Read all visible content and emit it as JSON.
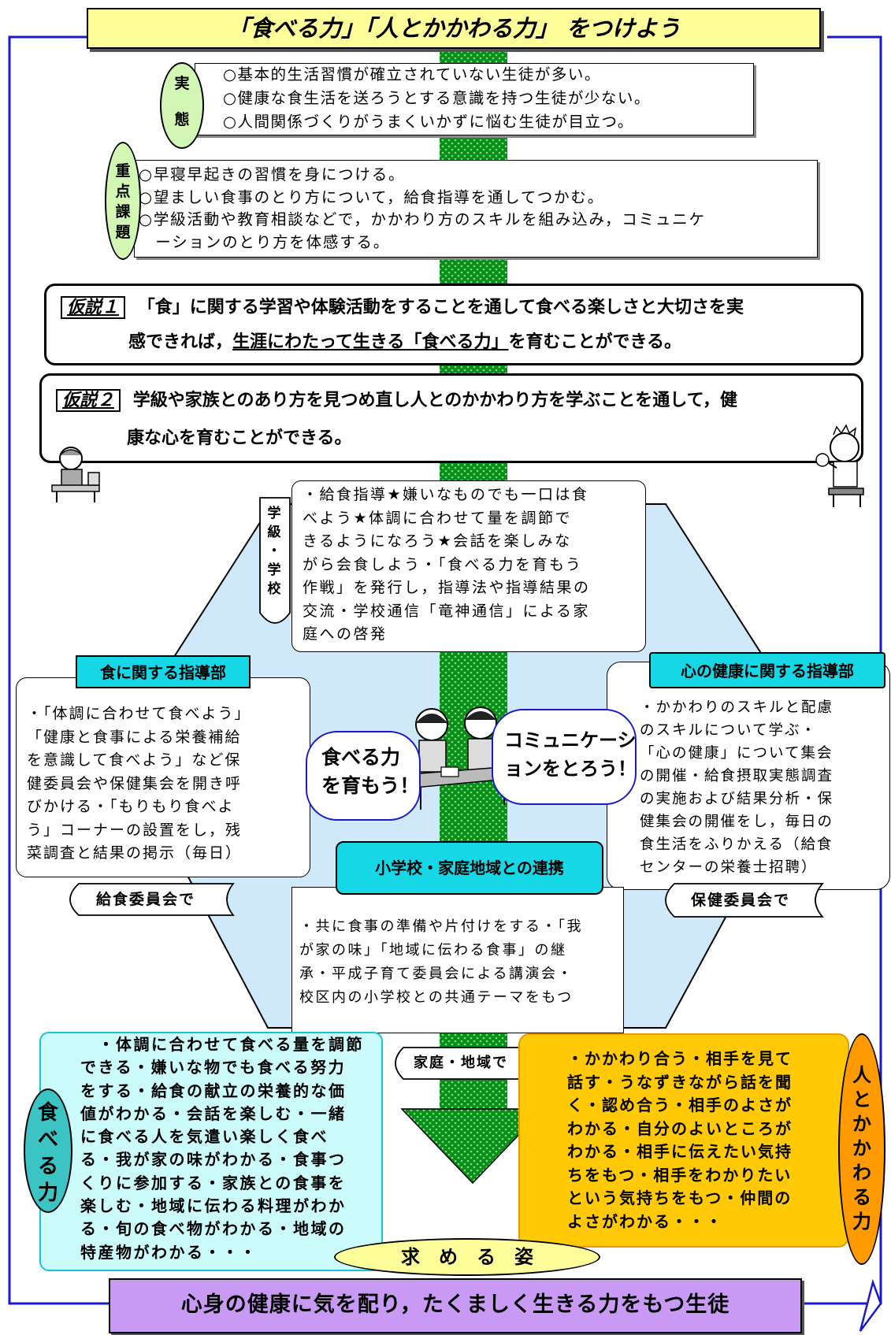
{
  "banner": {
    "title": "「食べる力」「人とかかわる力」 をつけよう"
  },
  "jittai": {
    "label": [
      "実",
      "態"
    ],
    "items": [
      "○基本的生活習慣が確立されていない生徒が多い。",
      "○健康な食生活を送ろうとする意識を持つ生徒が少ない。",
      "○人間関係づくりがうまくいかずに悩む生徒が目立つ。"
    ]
  },
  "juten": {
    "label": [
      "重",
      "点",
      "課",
      "題"
    ],
    "items": [
      "○早寝早起きの習慣を身につける。",
      "○望ましい食事のとり方について，給食指導を通してつかむ。",
      "○学級活動や教育相談などで，かかわり方のスキルを組み込み，コミュニケ",
      "　ーションのとり方を体感する。"
    ]
  },
  "hypothesis1": {
    "tag": "仮説１",
    "line1": "「食」に関する学習や体験活動をすることを通して食べる楽しさと大切さを実",
    "line2_pre": "感できれば，",
    "line2_underline": "生涯にわたって生きる「食べる力」",
    "line2_post": "を育むことができる。"
  },
  "hypothesis2": {
    "tag": "仮説２",
    "line1": "学級や家族とのあり方を見つめ直し人とのかかわり方を学ぶことを通して，健",
    "line2": "康な心を育むことができる。"
  },
  "class_school": {
    "label": [
      "学",
      "級",
      "・",
      "学",
      "校"
    ],
    "lines": [
      "・給食指導★嫌いなものでも一口は食",
      "べよう★体調に合わせて量を調節で",
      "きるようになろう★会話を楽しみな",
      "がら会食しよう・「食べる力を育もう",
      "作戦」を発行し，指導法や指導結果の",
      "交流・学校通信「竜神通信」による家",
      "庭への啓発"
    ]
  },
  "food_dept": {
    "title": "食に関する指導部",
    "lines": [
      "・「体調に合わせて食べよう」",
      "「健康と食事による栄養補給",
      "を意識して食べよう」など保",
      "健委員会や保健集会を開き呼",
      "びかける・「もりもり食べよ",
      "う」コーナーの設置をし，残",
      "菜調査と結果の掲示（毎日）"
    ],
    "committee": "給食委員会で"
  },
  "mind_dept": {
    "title": "心の健康に関する指導部",
    "lines": [
      "・かかわりのスキルと配慮",
      "のスキルについて学ぶ・",
      "「心の健康」について集会",
      "の開催・給食摂取実態調査",
      "の実施および結果分析・保",
      "健集会の開催をし，毎日の",
      "食生活をふりかえる（給食",
      "センターの栄養士招聘）"
    ],
    "committee": "保健委員会で"
  },
  "speech_left": [
    "食べる力",
    "を育もう！"
  ],
  "speech_right": [
    "コミュニケーシ",
    "ョンをとろう！"
  ],
  "community": {
    "title": "小学校・家庭地域との連携",
    "lines": [
      "・共に食事の準備や片付けをする・「我",
      "が家の味」「地域に伝わる食事」の継",
      "承・平成子育て委員会による講演会・",
      "校区内の小学校との共通テーマをもつ"
    ],
    "scroll": "家庭・地域で"
  },
  "taberu": {
    "label": [
      "食",
      "べ",
      "る",
      "力"
    ],
    "lines": [
      "　・体調に合わせて食べる量を調節",
      "できる・嫌いな物でも食べる努力",
      "をする・給食の献立の栄養的な価",
      "値がわかる・会話を楽しむ・一緒",
      "に食べる人を気遣い楽しく食べ",
      "る・我が家の味がわかる・食事つ",
      "くりに参加する・家族との食事を",
      "楽しむ・地域に伝わる料理がわか",
      "る・旬の食べ物がわかる・地域の",
      "特産物がわかる・・・"
    ]
  },
  "hito": {
    "label": [
      "人",
      "と",
      "か",
      "か",
      "わ",
      "る",
      "力"
    ],
    "lines": [
      "・かかわり合う・相手を見て",
      "話す・うなずきながら話を聞",
      "く・認め合う・相手のよさが",
      "わかる・自分のよいところが",
      "わかる・相手に伝えたい気持",
      "ちをもつ・相手をわかりたい",
      "という気持ちをもつ・仲間の",
      "よさがわかる・・・"
    ]
  },
  "goal": {
    "label": "求　め　る　姿",
    "text": "心身の健康に気を配り，たくましく生きる力をもつ生徒"
  },
  "colors": {
    "banner": "#fdfd9a",
    "label_bubble": "#d2f7b4",
    "hexagon": "#cfe9fb",
    "tab": "#15d7e6",
    "taberu_box": "#ccfbfb",
    "taberu_label": "#3cc4c4",
    "hito_box": "#ffc905",
    "hito_label": "#ff9a00",
    "goal_box": "#c89af4",
    "goal_oval": "#fdfd9a",
    "arrow": "#0a8d1a",
    "frame": "#1a1acc"
  }
}
